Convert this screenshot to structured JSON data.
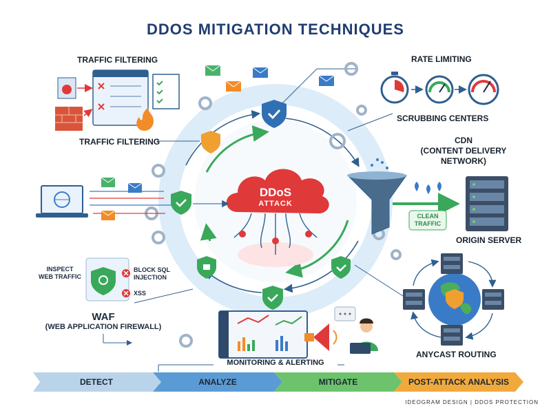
{
  "title": "DDOS MITIGATION TECHNIQUES",
  "center": {
    "line1": "DDoS",
    "line2": "ATTACK"
  },
  "labels": {
    "traffic_filtering_top": "TRAFFIC FILTERING",
    "traffic_filtering_mid": "TRAFFIC FILTERING",
    "rate_limiting": "RATE LIMITING",
    "scrubbing_centers": "SCRUBBING CENTERS",
    "cdn_line1": "CDN",
    "cdn_line2": "(CONTENT DELIVERY NETWORK)",
    "clean_traffic_line1": "CLEAN",
    "clean_traffic_line2": "TRAFFIC",
    "origin_server": "ORIGIN SERVER",
    "inspect_line1": "INSPECT",
    "inspect_line2": "WEB TRAFFIC",
    "block_sql_line1": "BLOCK SQL",
    "block_sql_line2": "INJECTION",
    "xss": "XSS",
    "waf_line1": "WAF",
    "waf_line2": "(WEB APPLICATION FIREWALL)",
    "monitoring": "MONITORING & ALERTING",
    "anycast": "ANYCAST ROUTING"
  },
  "phases": [
    "DETECT",
    "ANALYZE",
    "MITIGATE",
    "POST-ATTACK ANALYSIS"
  ],
  "footer": "IDEOGRAM DESIGN | DDOS PROTECTION",
  "colors": {
    "title": "#1f3d6e",
    "cloud": "#e0393a",
    "shield_blue": "#2f6fb3",
    "shield_green": "#3aa85a",
    "shield_orange": "#f0a030",
    "ring": "#dcecf8",
    "phase_detect": "#b9d3ea",
    "phase_analyze": "#5b9bd5",
    "phase_mitigate": "#6cc36c",
    "phase_post": "#f2a93b"
  },
  "icons": [
    "browser-filter-icon",
    "checklist-icon",
    "firewall-icon",
    "fire-icon",
    "stopwatch-icon",
    "gauge-icon",
    "gear-icon",
    "funnel-icon",
    "server-rack-icon",
    "laptop-icon",
    "globe-icon",
    "envelope-icon",
    "shield-icon",
    "megaphone-icon",
    "dashboard-icon",
    "person-icon"
  ]
}
